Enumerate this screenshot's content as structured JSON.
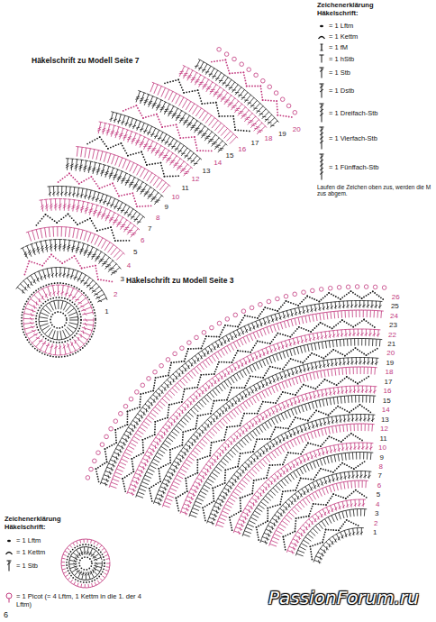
{
  "diagram": {
    "labels": [
      "Häkelschrift zu Modell Seite 7",
      "Zeichenerklärung Häkelschrift:",
      "Laufen die Zeichen oben zus, werden die M zus abgem.",
      "Häkelschrift zu Modell Seite 3",
      "Zeichenerklärung Häkelschrift:",
      "6",
      "PassionForum.ru",
      "1",
      "2",
      "3",
      "4",
      "5",
      "6",
      "7",
      "8",
      "9",
      "10",
      "11",
      "12",
      "13",
      "14",
      "15",
      "16",
      "17",
      "18",
      "19",
      "20",
      "1",
      "2",
      "3",
      "4",
      "5",
      "6",
      "7",
      "8",
      "9",
      "10",
      "11",
      "12",
      "13",
      "14",
      "15",
      "16",
      "17",
      "18",
      "19",
      "20",
      "21",
      "22",
      "23",
      "24",
      "25",
      "26"
    ],
    "legend": [
      {
        "text": "= 1 Lftm"
      },
      {
        "text": "= 1 Kettm"
      },
      {
        "text": "= 1 fM"
      },
      {
        "text": "= 1 hStb"
      },
      {
        "text": "= 1 Stb"
      },
      {
        "text": "= 1 Dstb"
      },
      {
        "text": "= 1 Dreifach-Stb"
      },
      {
        "text": "= 1 Vierfach-Stb"
      },
      {
        "text": "= 1 Fünffach-Stb"
      },
      {
        "text": "= 1 Lftm"
      },
      {
        "text": "= 1 Kettm"
      },
      {
        "text": "= 1 Stb"
      },
      {
        "text": "= 1 Picot (= 4 Lftm, 1 Kettm in die 1. der 4 Lftm)"
      }
    ]
  }
}
